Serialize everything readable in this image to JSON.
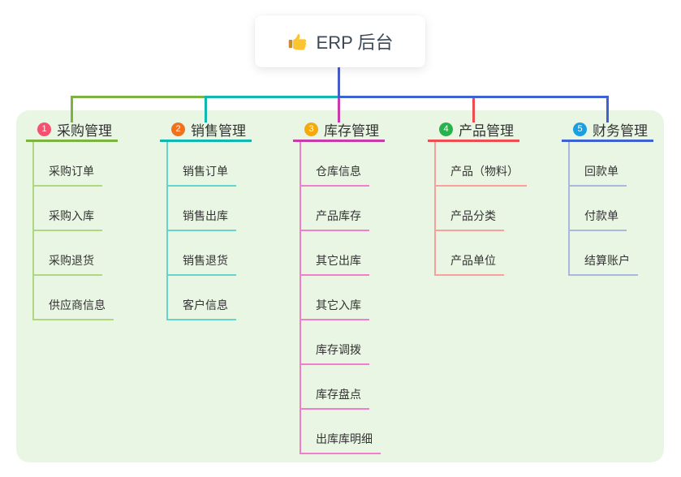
{
  "root": {
    "label": "ERP 后台",
    "icon": "thumbs-up"
  },
  "branches": [
    {
      "index": "1",
      "label": "采购管理",
      "color": "#7cb342",
      "light_color": "#aed77f",
      "badge_color": "#f4526e",
      "children": [
        "采购订单",
        "采购入库",
        "采购退货",
        "供应商信息"
      ]
    },
    {
      "index": "2",
      "label": "销售管理",
      "color": "#10b8b0",
      "light_color": "#66d5c9",
      "badge_color": "#f2711c",
      "children": [
        "销售订单",
        "销售出库",
        "销售退货",
        "客户信息"
      ]
    },
    {
      "index": "3",
      "label": "库存管理",
      "color": "#c93bab",
      "light_color": "#f07ecb",
      "badge_color": "#f6a90d",
      "children": [
        "仓库信息",
        "产品库存",
        "其它出库",
        "其它入库",
        "库存调拨",
        "库存盘点",
        "出库库明细"
      ]
    },
    {
      "index": "4",
      "label": "产品管理",
      "color": "#ef4c52",
      "light_color": "#f9a09b",
      "badge_color": "#27b24b",
      "children": [
        "产品（物料）",
        "产品分类",
        "产品单位"
      ]
    },
    {
      "index": "5",
      "label": "财务管理",
      "color": "#3f62d2",
      "light_color": "#a9b9de",
      "badge_color": "#1c9fe0",
      "children": [
        "回款单",
        "付款单",
        "结算账户"
      ]
    }
  ],
  "colors": {
    "panel_bg": "#e9f6e4",
    "root_line": "#4a5cc8",
    "text": "#333333"
  }
}
